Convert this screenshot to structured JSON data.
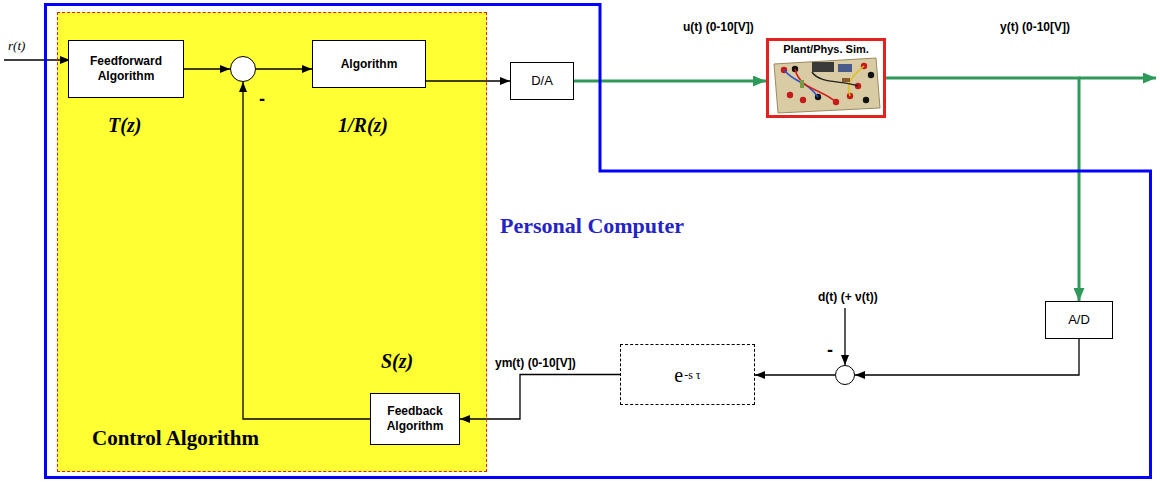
{
  "diagram": {
    "nodes": [
      {
        "text": [
          "Personal Computer"
        ]
      },
      {
        "text": [
          "Control Algorithm"
        ],
        "in": 0
      },
      {
        "text": [
          "Feedforward Algorithm"
        ],
        "in": 1
      },
      {
        "text": [
          "-"
        ],
        "in": 1
      },
      {
        "text": [
          "Algorithm"
        ],
        "in": 1
      },
      {
        "text": [
          "D/A"
        ],
        "in": 0
      },
      {
        "text": [
          "Plant/Phys. Sim."
        ]
      },
      {
        "text": [
          "A/D"
        ],
        "in": 0
      },
      {
        "text": [
          "-"
        ],
        "in": 0
      },
      {
        "text": [
          "e",
          "-s τ"
        ],
        "in": 0
      },
      {
        "text": [
          "Feedback Algorithm"
        ],
        "in": 1
      }
    ],
    "edges": [
      {
        "from": 2,
        "to": 3,
        "arrow": "to"
      },
      {
        "from": 3,
        "to": 4,
        "arrow": "to"
      },
      {
        "from": 4,
        "to": 5,
        "arrow": "to"
      },
      {
        "from": 5,
        "to": 6,
        "arrow": "to"
      },
      {
        "from": 6,
        "to": 7,
        "arrow": "to"
      },
      {
        "from": 7,
        "to": 8,
        "arrow": "to"
      },
      {
        "from": 8,
        "to": 9,
        "arrow": "to"
      },
      {
        "from": 9,
        "to": 10,
        "arrow": "to"
      },
      {
        "from": 10,
        "to": 3,
        "arrow": "to"
      }
    ],
    "labels": [
      "r(t)",
      "T(z)",
      "1/R(z)",
      "S(z)",
      "u(t) (0-10[V])",
      "y(t) (0-10[V])",
      "d(t) (+ ν(t))",
      "ym(t) (0-10[V])"
    ]
  }
}
